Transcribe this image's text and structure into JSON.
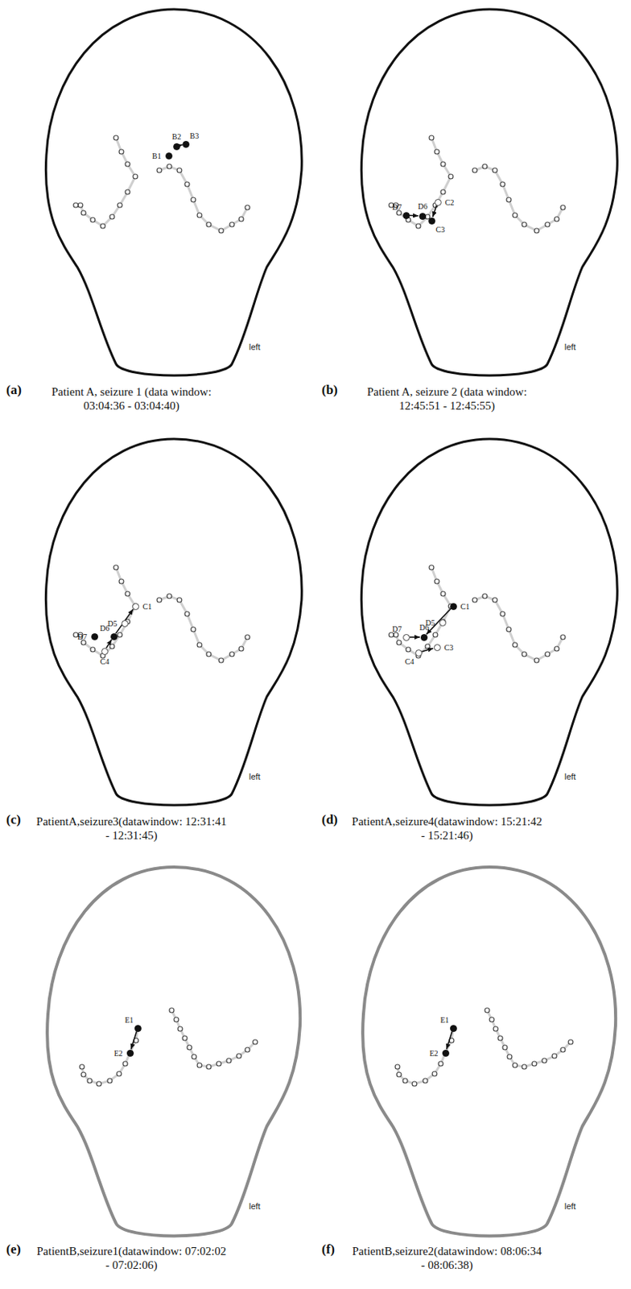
{
  "diagram": {
    "nodes": [
      {
        "text": [
          "B1"
        ]
      },
      {
        "text": [
          "B2"
        ]
      },
      {
        "text": [
          "B3"
        ]
      },
      {
        "text": [
          "D7"
        ]
      },
      {
        "text": [
          "D6"
        ]
      },
      {
        "text": [
          "C2"
        ]
      },
      {
        "text": [
          "C3"
        ]
      },
      {
        "text": [
          "C1"
        ]
      },
      {
        "text": [
          "D5"
        ]
      },
      {
        "text": [
          "D6"
        ]
      },
      {
        "text": [
          "D7"
        ]
      },
      {
        "text": [
          "C4"
        ]
      },
      {
        "text": [
          "C1"
        ]
      },
      {
        "text": [
          "D5"
        ]
      },
      {
        "text": [
          "D7"
        ]
      },
      {
        "text": [
          "D6"
        ]
      },
      {
        "text": [
          "C3"
        ]
      },
      {
        "text": [
          "C4"
        ]
      },
      {
        "text": [
          "E1"
        ]
      },
      {
        "text": [
          "E2"
        ]
      },
      {
        "text": [
          "E1"
        ]
      },
      {
        "text": [
          "E2"
        ]
      }
    ],
    "edges": [
      {
        "from": 1,
        "to": 2,
        "arrow": "to"
      },
      {
        "from": 3,
        "to": 4,
        "arrow": "to"
      },
      {
        "from": 5,
        "to": 6,
        "arrow": "to"
      },
      {
        "from": 11,
        "to": 9,
        "arrow": "to"
      },
      {
        "from": 9,
        "to": 7,
        "arrow": "to"
      },
      {
        "from": 12,
        "to": 15,
        "arrow": "to"
      },
      {
        "from": 14,
        "to": 15,
        "arrow": "to"
      },
      {
        "from": 17,
        "to": 16,
        "arrow": "to"
      },
      {
        "from": 18,
        "to": 19,
        "arrow": "to"
      },
      {
        "from": 20,
        "to": 21,
        "arrow": "to"
      }
    ],
    "labels": [
      "(a)",
      "Patient A, seizure 1 (data window: 03:04:36 - 03:04:40)",
      "left",
      "(b)",
      "Patient A, seizure 2 (data window: 12:45:51 - 12:45:55)",
      "left",
      "(c)",
      "PatientA,seizure3(datawindow: 12:31:41 - 12:31:45)",
      "left",
      "(d)",
      "PatientA,seizure4(datawindow: 15:21:42 - 15:21:46)",
      "left",
      "(e)",
      "PatientB,seizure1(datawindow: 07:02:02 - 07:02:06)",
      "left",
      "(f)",
      "PatientB,seizure2(datawindow: 08:06:34 - 08:06:38)",
      "left"
    ]
  }
}
